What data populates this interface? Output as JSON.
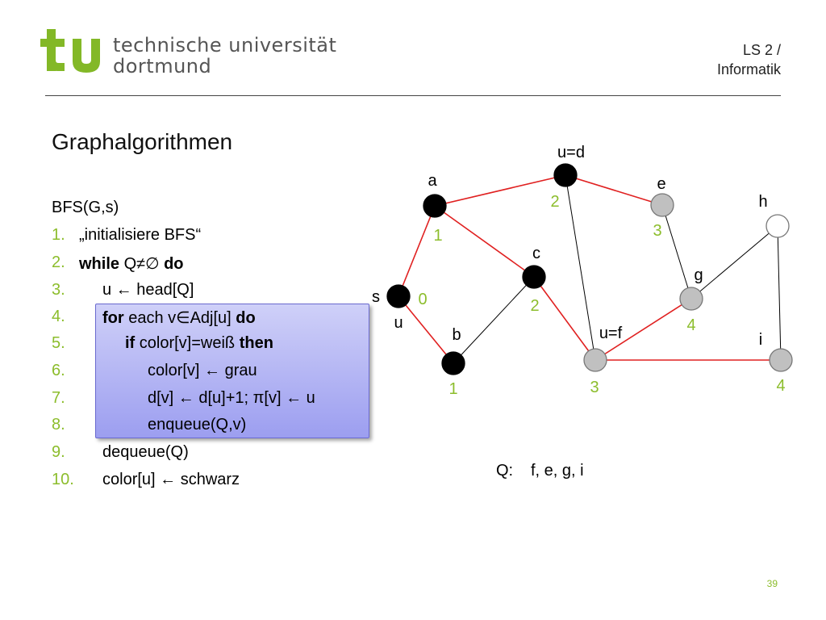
{
  "header": {
    "university_line1": "technische universität",
    "university_line2": "dortmund",
    "chair_line1": "LS 2 /",
    "chair_line2": "Informatik"
  },
  "slide": {
    "title": "Graphalgorithmen",
    "page_number": "39"
  },
  "algorithm": {
    "title": "BFS(G,s)",
    "lines": [
      {
        "no": "1.",
        "parts": [
          {
            "t": "„initialisiere BFS“",
            "b": false
          }
        ]
      },
      {
        "no": "2.",
        "parts": [
          {
            "t": "while",
            "b": true
          },
          {
            "t": " Q≠∅ ",
            "b": false
          },
          {
            "t": "do",
            "b": true
          }
        ]
      },
      {
        "no": "3.",
        "parts": [
          {
            "t": "u ← head[Q]",
            "b": false
          }
        ]
      },
      {
        "no": "4.",
        "parts": [
          {
            "t": "for",
            "b": true
          },
          {
            "t": " each v∈Adj[u] ",
            "b": false
          },
          {
            "t": "do",
            "b": true
          }
        ]
      },
      {
        "no": "5.",
        "parts": [
          {
            "t": "if",
            "b": true
          },
          {
            "t": " color[v]=weiß ",
            "b": false
          },
          {
            "t": "then",
            "b": true
          }
        ]
      },
      {
        "no": "6.",
        "parts": [
          {
            "t": "color[v] ← grau",
            "b": false
          }
        ]
      },
      {
        "no": "7.",
        "parts": [
          {
            "t": "d[v] ← d[u]+1; π[v] ← u",
            "b": false
          }
        ]
      },
      {
        "no": "8.",
        "parts": [
          {
            "t": "enqueue(Q,v)",
            "b": false
          }
        ]
      },
      {
        "no": "9.",
        "parts": [
          {
            "t": "dequeue(Q)",
            "b": false
          }
        ]
      },
      {
        "no": "10.",
        "parts": [
          {
            "t": "color[u] ← schwarz",
            "b": false
          }
        ]
      }
    ]
  },
  "graph": {
    "colors": {
      "black": "#000000",
      "gray": "#c0c0c0",
      "white": "#ffffff",
      "tree_edge": "#e02020",
      "edge": "#000000",
      "distance": "#8cbd2c"
    },
    "nodes": [
      {
        "id": "s",
        "label": "s",
        "label2": "u",
        "color": "black",
        "distance": "0"
      },
      {
        "id": "a",
        "label": "a",
        "color": "black",
        "distance": "1"
      },
      {
        "id": "b",
        "label": "b",
        "color": "black",
        "distance": "1"
      },
      {
        "id": "d",
        "label": "u=d",
        "color": "black",
        "distance": "2"
      },
      {
        "id": "c",
        "label": "c",
        "color": "black",
        "distance": "2"
      },
      {
        "id": "e",
        "label": "e",
        "color": "gray",
        "distance": "3"
      },
      {
        "id": "f",
        "label": "u=f",
        "color": "gray",
        "distance": "3"
      },
      {
        "id": "g",
        "label": "g",
        "color": "gray",
        "distance": "4"
      },
      {
        "id": "i",
        "label": "i",
        "color": "gray",
        "distance": "4"
      },
      {
        "id": "h",
        "label": "h",
        "color": "white",
        "distance": ""
      }
    ],
    "edges": [
      {
        "from": "s",
        "to": "a",
        "tree": true
      },
      {
        "from": "s",
        "to": "b",
        "tree": true
      },
      {
        "from": "a",
        "to": "d",
        "tree": true
      },
      {
        "from": "a",
        "to": "c",
        "tree": true
      },
      {
        "from": "d",
        "to": "e",
        "tree": true
      },
      {
        "from": "c",
        "to": "f",
        "tree": true
      },
      {
        "from": "f",
        "to": "g",
        "tree": true
      },
      {
        "from": "f",
        "to": "i",
        "tree": true
      },
      {
        "from": "d",
        "to": "f",
        "tree": false
      },
      {
        "from": "b",
        "to": "c",
        "tree": false
      },
      {
        "from": "e",
        "to": "g",
        "tree": false
      },
      {
        "from": "g",
        "to": "h",
        "tree": false
      },
      {
        "from": "h",
        "to": "i",
        "tree": false
      }
    ]
  },
  "queue": {
    "label": "Q:",
    "values": "f, e, g, i"
  }
}
